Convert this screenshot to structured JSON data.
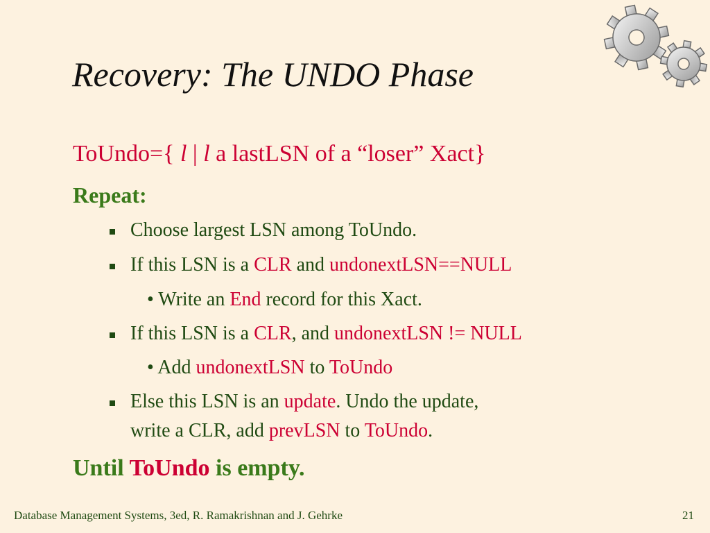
{
  "title": "Recovery: The UNDO Phase",
  "toundo_line": {
    "prefix": "ToUndo={ ",
    "var1": "l",
    "sep": " | ",
    "var2": "l",
    "suffix": " a lastLSN of a “loser” Xact}"
  },
  "repeat_label": "Repeat:",
  "bullets": {
    "choose": "Choose largest LSN among ToUndo.",
    "if_clr_1": {
      "prefix": "If this LSN is a ",
      "clr": "CLR",
      "mid": " and ",
      "cond": "undonextLSN==NULL"
    },
    "write_end": {
      "prefix": "• Write an ",
      "end": "End",
      "suffix": " record for this Xact."
    },
    "if_clr_2": {
      "prefix": "If this LSN is a ",
      "clr": "CLR",
      "mid": ", and ",
      "cond": "undonextLSN != NULL"
    },
    "add_undonext": {
      "prefix": "• Add ",
      "undonext": "undonextLSN",
      "mid": " to ",
      "toundo": "ToUndo"
    },
    "else_update": {
      "prefix": "Else this LSN is an ",
      "update": "update",
      "suffix": ".  Undo the update,"
    },
    "else_update_2": {
      "prefix": "write a CLR, add ",
      "prevlsn": "prevLSN",
      "mid": " to ",
      "toundo": "ToUndo",
      "suffix": "."
    }
  },
  "until_line": {
    "prefix": "Until ",
    "toundo": "ToUndo",
    "suffix": " is empty."
  },
  "footer": "Database Management Systems, 3ed, R. Ramakrishnan and J. Gehrke",
  "page_number": "21",
  "colors": {
    "background": "#fdf2e0",
    "red": "#cc0033",
    "green": "#3a7a1a",
    "dark_green": "#1f4a12"
  },
  "icons": [
    "gears-icon"
  ]
}
